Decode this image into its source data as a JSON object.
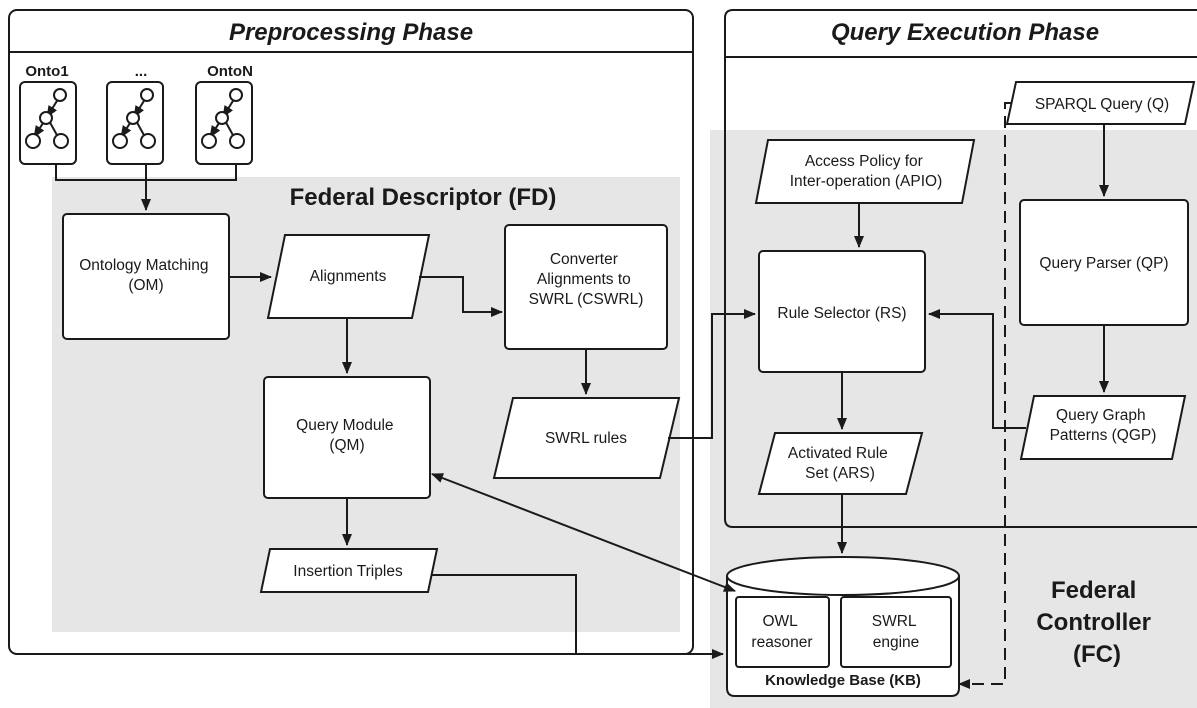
{
  "phases": {
    "preprocessing": "Preprocessing Phase",
    "query_execution": "Query Execution Phase"
  },
  "ontologies": [
    "Onto1",
    "...",
    "OntoN"
  ],
  "federal_descriptor": {
    "title": "Federal Descriptor (FD)",
    "ontology_matching": [
      "Ontology Matching",
      "(OM)"
    ],
    "alignments": [
      "Alignments"
    ],
    "converter": [
      "Converter",
      "Alignments to",
      "SWRL (CSWRL)"
    ],
    "query_module": [
      "Query Module",
      "(QM)"
    ],
    "swrl_rules": [
      "SWRL rules"
    ],
    "insertion_triples": [
      "Insertion Triples"
    ]
  },
  "federal_controller": {
    "title": [
      "Federal",
      "Controller",
      "(FC)"
    ],
    "apio": [
      "Access Policy for",
      "Inter-operation (APIO)"
    ],
    "rule_selector": [
      "Rule Selector (RS)"
    ],
    "activated_rule_set": [
      "Activated Rule",
      "Set (ARS)"
    ],
    "sparql_query": [
      "SPARQL Query (Q)"
    ],
    "query_parser": [
      "Query Parser (QP)"
    ],
    "query_graph_patterns": [
      "Query Graph",
      "Patterns (QGP)"
    ]
  },
  "knowledge_base": {
    "label": "Knowledge Base (KB)",
    "owl_reasoner": [
      "OWL",
      "reasoner"
    ],
    "swrl_engine": [
      "SWRL",
      "engine"
    ]
  }
}
